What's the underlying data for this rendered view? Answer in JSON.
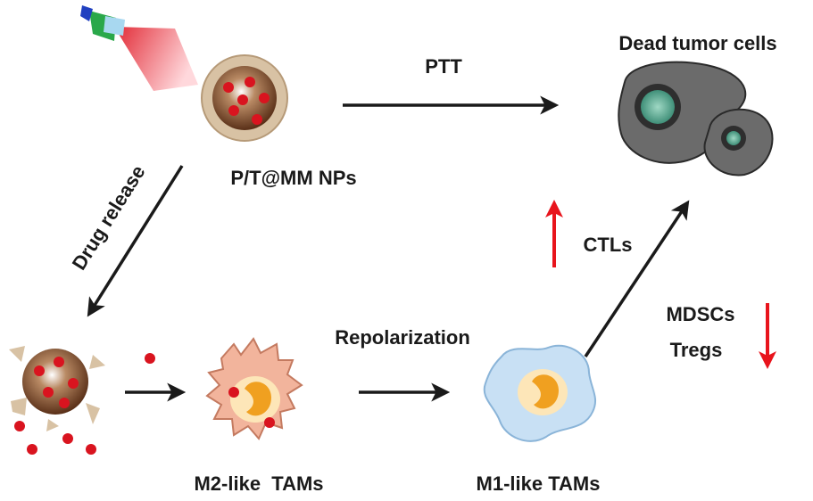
{
  "labels": {
    "ptt": "PTT",
    "dead_tumor_cells": "Dead tumor cells",
    "nanoparticle": "P/T@MM NPs",
    "drug_release": "Drug release",
    "ctls": "CTLs",
    "repolarization": "Repolarization",
    "mdscs": "MDSCs",
    "tregs": "Tregs",
    "m2_tams": "M2-like  TAMs",
    "m1_tams": "M1-like TAMs"
  },
  "colors": {
    "arrow": "#1a1a1a",
    "indicator_arrow": "#e8141c",
    "drug_dot": "#d9141f",
    "np_core": "#7a4a2a",
    "np_shell": "#d8c2a4",
    "m2_body": "#f2b49c",
    "m1_body": "#c8e0f4",
    "nucleus": "#f0a020",
    "dead_cell": "#6b6b6b",
    "laser_beam": "#e8303a"
  },
  "indicators": {
    "ctls": "up",
    "mdscs_tregs": "down"
  }
}
